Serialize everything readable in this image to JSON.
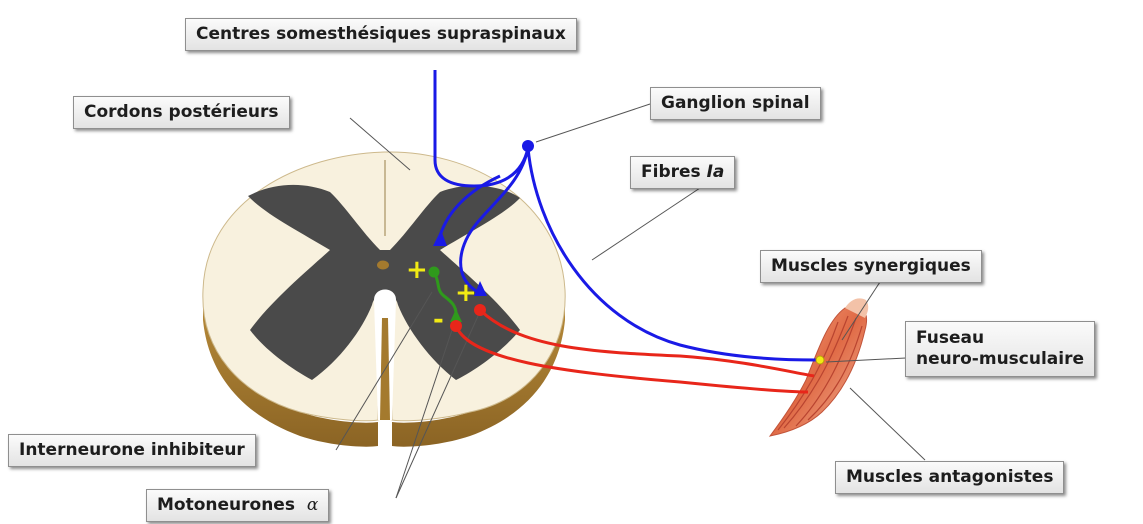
{
  "labels": {
    "centres": "Centres somesthésiques supraspinaux",
    "cordons": "Cordons postérieurs",
    "ganglion": "Ganglion spinal",
    "fibres_prefix": "Fibres ",
    "fibres_italic": "Ia",
    "muscles_syn": "Muscles synergiques",
    "fuseau_line1": "Fuseau",
    "fuseau_line2": "neuro-musculaire",
    "interneurone": "Interneurone inhibiteur",
    "muscles_ant": "Muscles antagonistes",
    "motoneurones": "Motoneurones",
    "alpha": "α"
  },
  "signs": {
    "plus": "+",
    "minus": "-"
  },
  "colors": {
    "afferent": "#1a1ae6",
    "motor": "#e8261a",
    "interneuron": "#2f9a1c",
    "sign": "#f2ea14",
    "white_matter": "#f8f1de",
    "grey_matter": "#4a4a4a",
    "cut_surface": "#a47a2e",
    "muscle": "#e8744f"
  }
}
